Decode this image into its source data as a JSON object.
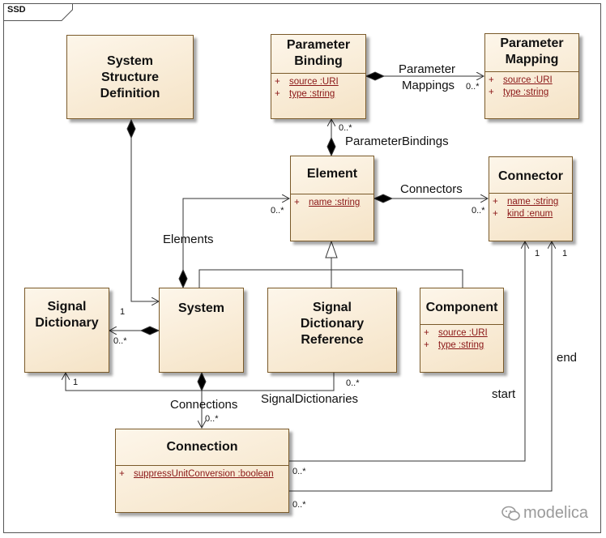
{
  "diagram": {
    "frame_label": "SSD",
    "classes": {
      "ssd": {
        "name": "System\nStructure\nDefinition"
      },
      "param_binding": {
        "name": "Parameter\nBinding",
        "attrs": [
          {
            "sign": "+",
            "text": "source :URI"
          },
          {
            "sign": "+",
            "text": "type :string"
          }
        ]
      },
      "param_mapping": {
        "name": "Parameter\nMapping",
        "attrs": [
          {
            "sign": "+",
            "text": "source :URI"
          },
          {
            "sign": "+",
            "text": "type :string"
          }
        ]
      },
      "element": {
        "name": "Element",
        "attrs": [
          {
            "sign": "+",
            "text": "name :string"
          }
        ]
      },
      "connector": {
        "name": "Connector",
        "attrs": [
          {
            "sign": "+",
            "text": "name :string"
          },
          {
            "sign": "+",
            "text": "kind :enum"
          }
        ]
      },
      "signal_dictionary": {
        "name": "Signal\nDictionary"
      },
      "system": {
        "name": "System"
      },
      "signal_dict_ref": {
        "name": "Signal\nDictionary\nReference"
      },
      "component": {
        "name": "Component",
        "attrs": [
          {
            "sign": "+",
            "text": "source :URI"
          },
          {
            "sign": "+",
            "text": "type :string"
          }
        ]
      },
      "connection": {
        "name": "Connection",
        "attrs": [
          {
            "sign": "+",
            "text": "suppressUnitConversion :boolean"
          }
        ]
      }
    },
    "labels": {
      "parameter_mappings_1": "Parameter",
      "parameter_mappings_2": "Mappings",
      "parameter_bindings": "ParameterBindings",
      "connectors": "Connectors",
      "elements": "Elements",
      "connections": "Connections",
      "signal_dictionaries": "SignalDictionaries",
      "start": "start",
      "end": "end"
    },
    "multiplicities": {
      "pm_many": "0..*",
      "pb_many": "0..*",
      "conn_many": "0..*",
      "elem_many": "0..*",
      "sd_one": "1",
      "sd_many": "0..*",
      "sdr_one": "1",
      "sdr_many": "0..*",
      "connection_many": "0..*",
      "start_one": "1",
      "end_one": "1",
      "start_many": "0..*",
      "end_many": "0..*"
    },
    "watermark": "modelica"
  }
}
